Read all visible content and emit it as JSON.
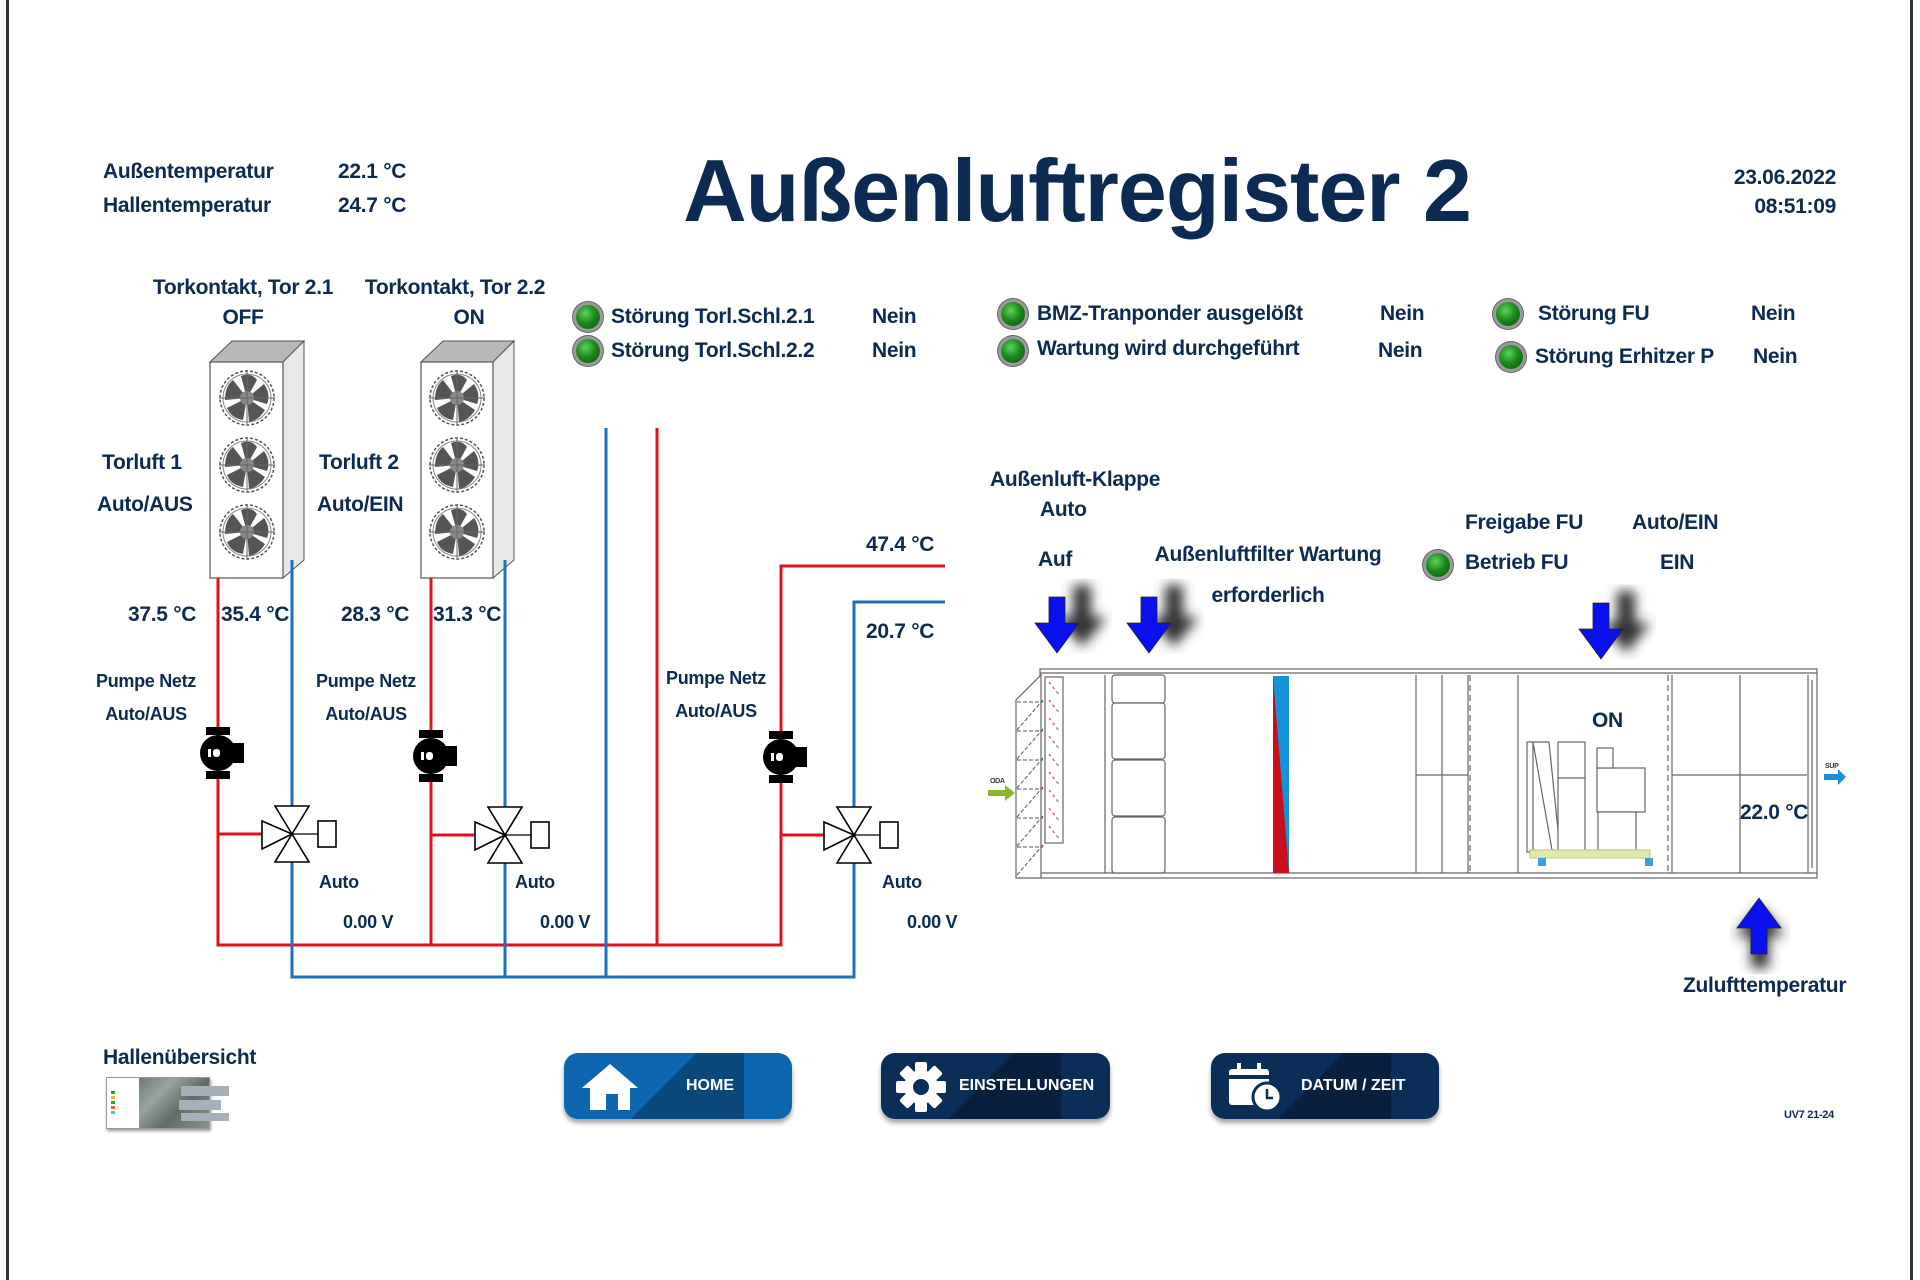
{
  "header": {
    "title": "Außenluftregister 2",
    "date": "23.06.2022",
    "time": "08:51:09",
    "outside_temp_label": "Außentemperatur",
    "outside_temp_value": "22.1 °C",
    "hall_temp_label": "Hallentemperatur",
    "hall_temp_value": "24.7 °C"
  },
  "gates": [
    {
      "label": "Torkontakt, Tor 2.1",
      "state": "OFF"
    },
    {
      "label": "Torkontakt, Tor 2.2",
      "state": "ON"
    }
  ],
  "status_signals": [
    {
      "label": "Störung Torl.Schl.2.1",
      "value": "Nein",
      "lamp_color": "#1e8a1e"
    },
    {
      "label": "Störung Torl.Schl.2.2",
      "value": "Nein",
      "lamp_color": "#1e8a1e"
    },
    {
      "label": "BMZ-Tranponder ausgelößt",
      "value": "Nein",
      "lamp_color": "#1e8a1e"
    },
    {
      "label": "Wartung wird durchgeführt",
      "value": "Nein",
      "lamp_color": "#1e8a1e"
    },
    {
      "label": "Störung FU",
      "value": "Nein",
      "lamp_color": "#1e8a1e"
    },
    {
      "label": "Störung Erhitzer P",
      "value": "Nein",
      "lamp_color": "#1e8a1e"
    }
  ],
  "door_air_units": [
    {
      "name": "Torluft 1",
      "mode": "Auto/AUS",
      "supply_temp": "37.5 °C",
      "return_temp": "35.4 °C",
      "pump_label": "Pumpe Netz",
      "pump_mode": "Auto/AUS",
      "valve_mode": "Auto",
      "valve_output": "0.00 V"
    },
    {
      "name": "Torluft 2",
      "mode": "Auto/EIN",
      "supply_temp": "28.3 °C",
      "return_temp": "31.3 °C",
      "pump_label": "Pumpe Netz",
      "pump_mode": "Auto/AUS",
      "valve_mode": "Auto",
      "valve_output": "0.00 V"
    }
  ],
  "heater_circuit": {
    "supply_temp": "47.4 °C",
    "return_temp": "20.7 °C",
    "pump_label": "Pumpe Netz",
    "pump_mode": "Auto/AUS",
    "valve_mode": "Auto",
    "valve_output": "0.00 V"
  },
  "ahu": {
    "damper_label": "Außenluft-Klappe",
    "damper_mode": "Auto",
    "damper_state": "Auf",
    "filter_label_1": "Außenluftfilter Wartung",
    "filter_label_2": "erforderlich",
    "fu_release_label": "Freigabe FU",
    "fu_release_value": "Auto/EIN",
    "fu_run_label": "Betrieb FU",
    "fu_run_value": "EIN",
    "fan_state": "ON",
    "supply_temp": "22.0 °C",
    "supply_temp_label": "Zulufttemperatur",
    "inlet_tag": "ODA",
    "outlet_tag": "SUP"
  },
  "colors": {
    "supply_pipe": "#e0101c",
    "return_pipe": "#1f6fbf",
    "text": "#0d2b52",
    "arrow": "#0a10ee",
    "btn_home": "#0f66b0",
    "btn_dark": "#0b2e59"
  },
  "footer": {
    "overview_label": "Hallenübersicht",
    "home_label": "HOME",
    "settings_label": "EINSTELLUNGEN",
    "datetime_label": "DATUM / ZEIT",
    "version": "UV7 21-24"
  }
}
